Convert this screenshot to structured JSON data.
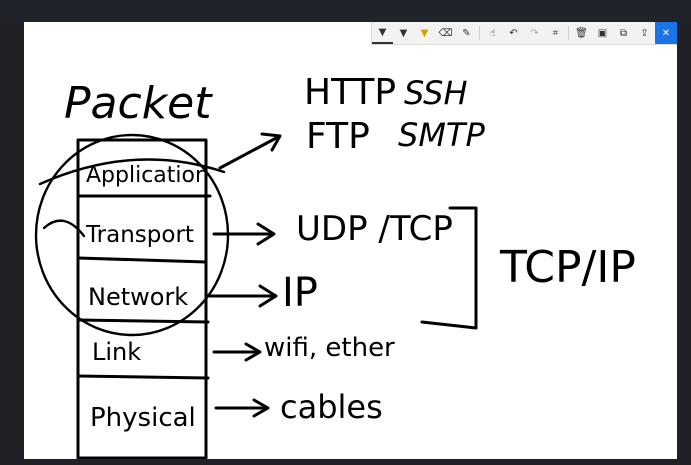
{
  "toolbar": {
    "tools": [
      {
        "name": "ballpoint-pen-icon",
        "glyph": "▼",
        "selected": true
      },
      {
        "name": "pencil-icon",
        "glyph": "▼"
      },
      {
        "name": "highlighter-icon",
        "glyph": "▼"
      },
      {
        "name": "eraser-icon",
        "glyph": "⌫"
      },
      {
        "name": "ruler-icon",
        "glyph": "✎"
      },
      {
        "name": "touch-writing-icon",
        "glyph": "☝"
      },
      {
        "name": "undo-icon",
        "glyph": "↶"
      },
      {
        "name": "redo-icon",
        "glyph": "↷"
      },
      {
        "name": "crop-icon",
        "glyph": "⌗"
      },
      {
        "name": "delete-icon",
        "glyph": "🗑"
      },
      {
        "name": "save-icon",
        "glyph": "▣"
      },
      {
        "name": "copy-icon",
        "glyph": "⧉"
      },
      {
        "name": "share-icon",
        "glyph": "⇪"
      },
      {
        "name": "close-icon",
        "glyph": "✕"
      }
    ]
  },
  "board": {
    "title": "Packet",
    "layers": [
      "Application",
      "Transport",
      "Network",
      "Link",
      "Physical"
    ],
    "app_protocols": [
      "HTTP",
      "SSH",
      "FTP",
      "SMTP"
    ],
    "transport_protocols": "UDP /TCP",
    "network_protocol": "IP",
    "link_protocols": "wifi, ether",
    "physical_media": "cables",
    "suite": "TCP/IP"
  }
}
